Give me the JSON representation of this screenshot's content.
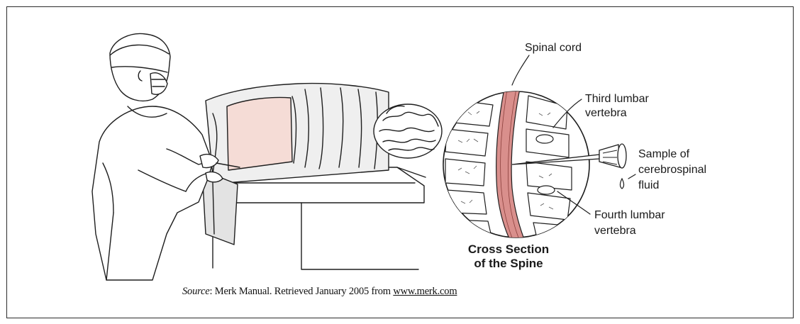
{
  "diagram": {
    "labels": {
      "spinal_cord": "Spinal cord",
      "third_lumbar": [
        "Third lumbar",
        "vertebra"
      ],
      "sample": [
        "Sample of",
        "cerebrospinal",
        "fluid"
      ],
      "fourth_lumbar": [
        "Fourth lumbar",
        "vertebra"
      ],
      "cross_section": [
        "Cross Section",
        "of the Spine"
      ]
    },
    "colors": {
      "cord": "#d98f8c",
      "skin": "#f5dcd6",
      "line": "#1e1e1e",
      "cloth": "#e3e3e3"
    }
  },
  "source": {
    "prefix": "Source",
    "text": ": Merk Manual. Retrieved January 2005 from ",
    "link": "www.merk.com"
  }
}
